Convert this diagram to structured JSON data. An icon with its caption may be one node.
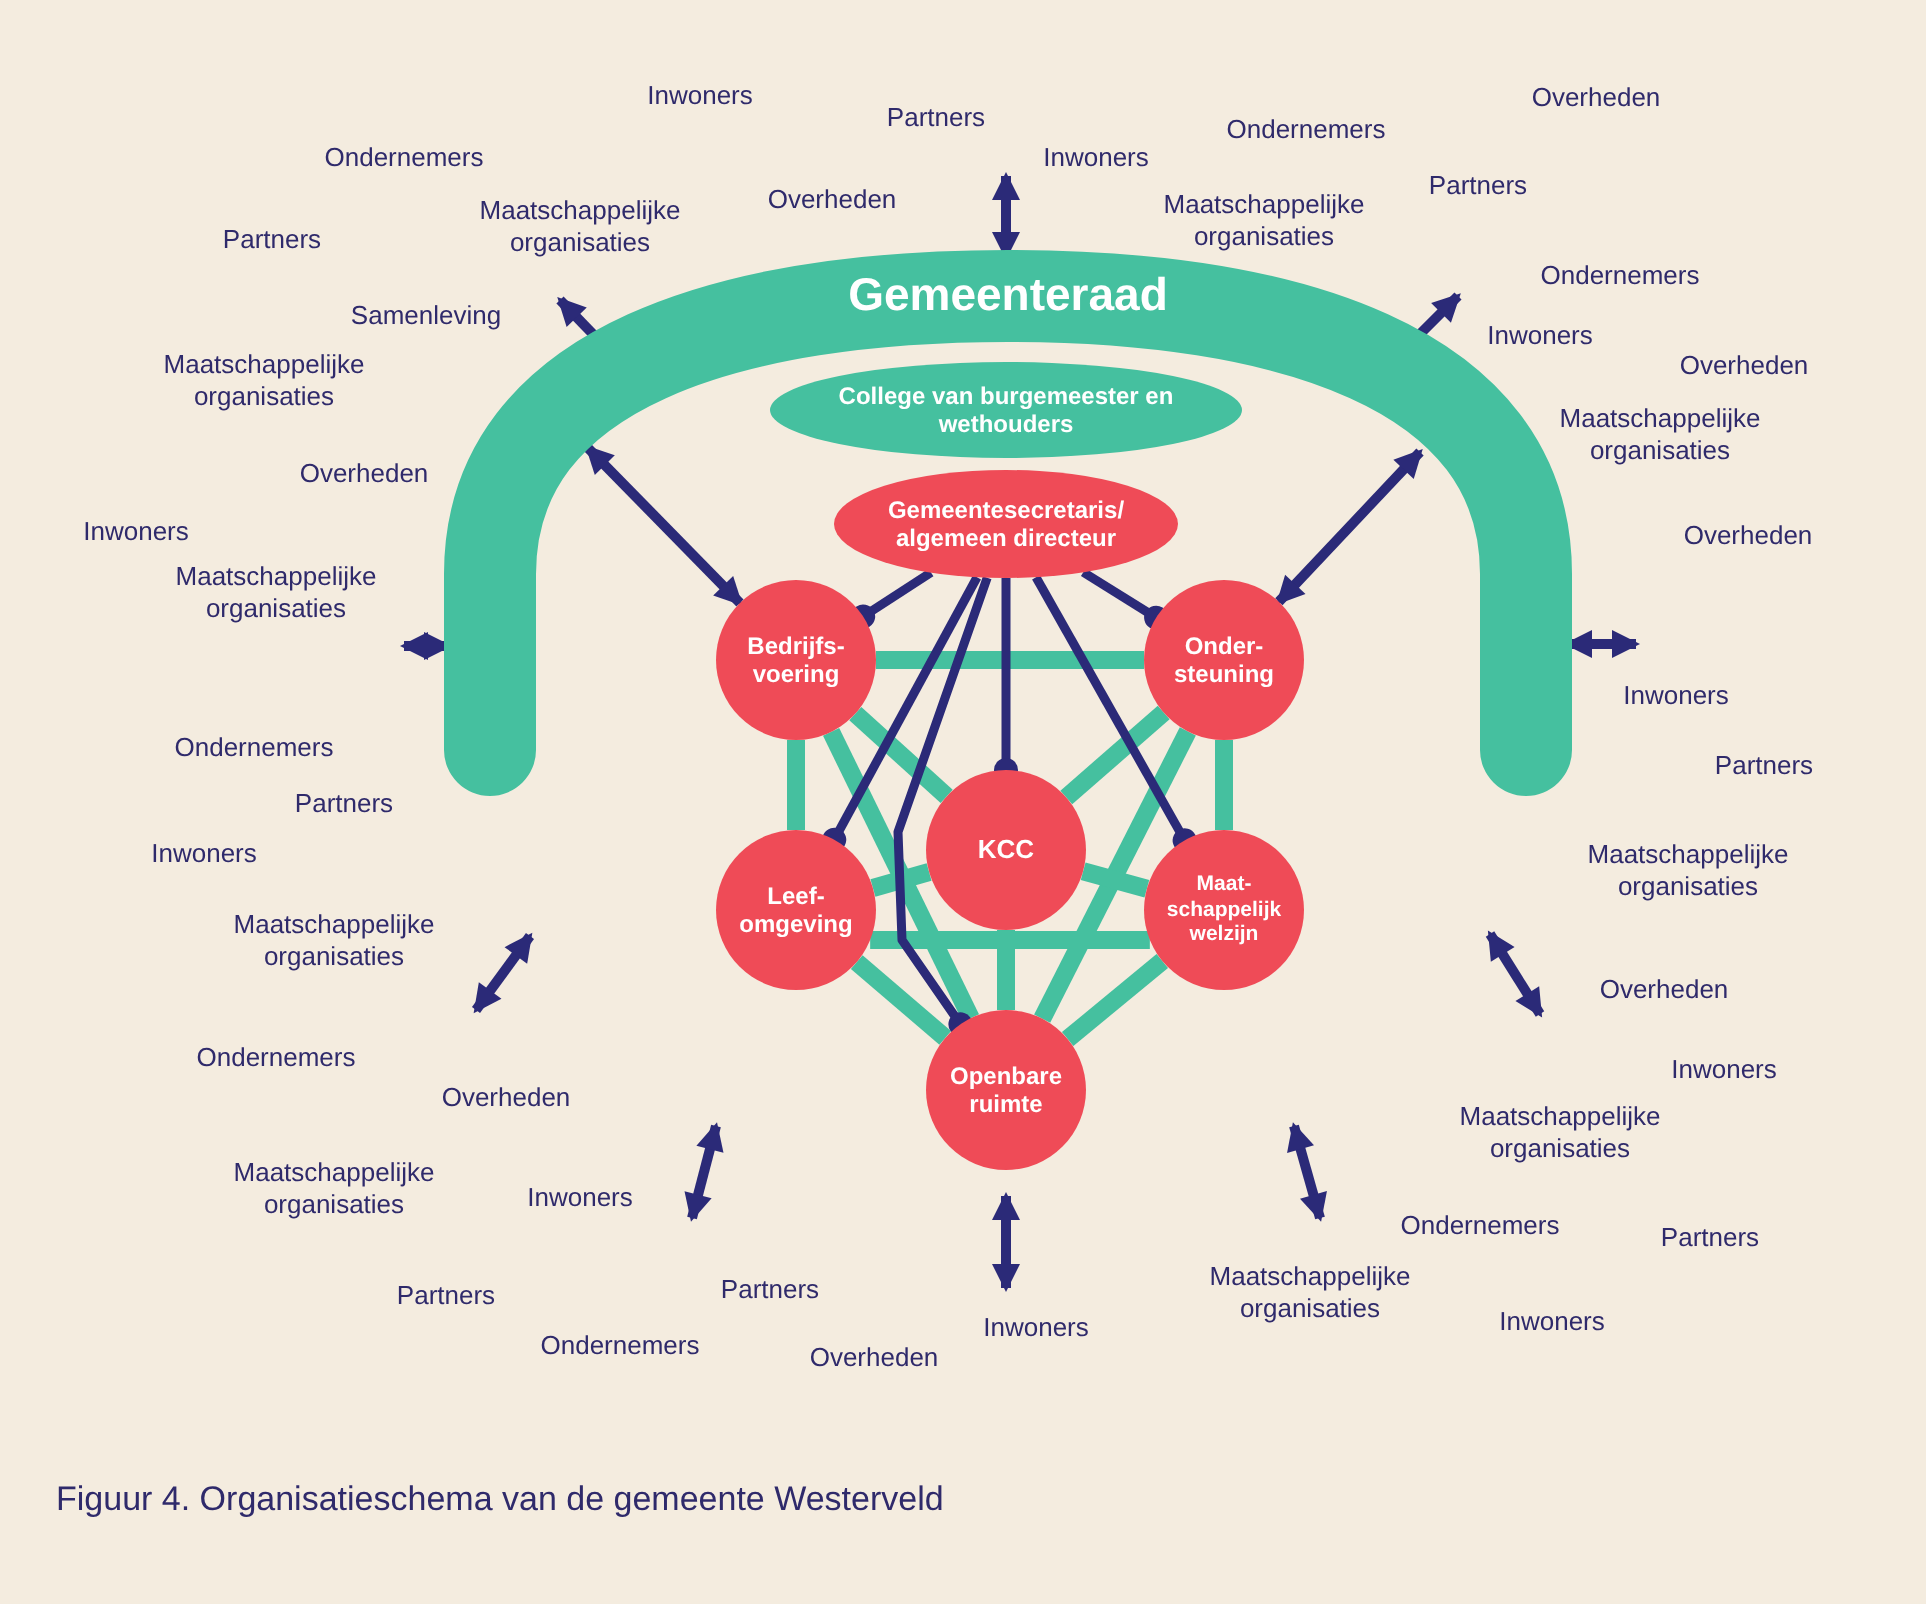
{
  "diagram": {
    "caption": "Figuur 4. Organisatieschema van de gemeente Westerveld",
    "nodes": [
      {
        "text": [
          "Gemeenteraad"
        ]
      },
      {
        "text": [
          "College van burgemeester en wethouders"
        ],
        "in": 0
      },
      {
        "text": [
          "Gemeentesecretaris/ algemeen directeur"
        ],
        "in": 0
      },
      {
        "text": [
          "Bedrijfs- voering"
        ],
        "in": 0
      },
      {
        "text": [
          "Onder- steuning"
        ],
        "in": 0
      },
      {
        "text": [
          "KCC"
        ],
        "in": 0
      },
      {
        "text": [
          "Leef- omgeving"
        ],
        "in": 0
      },
      {
        "text": [
          "Maat- schappelijk welzijn"
        ],
        "in": 0
      },
      {
        "text": [
          "Openbare ruimte"
        ],
        "in": 0
      }
    ],
    "edges": [
      {
        "from": null,
        "to": 0,
        "arrow": "both",
        "color": "#2b2a78"
      },
      {
        "from": null,
        "to": 0,
        "arrow": "both",
        "color": "#2b2a78"
      },
      {
        "from": null,
        "to": 0,
        "arrow": "both",
        "color": "#2b2a78"
      },
      {
        "from": 0,
        "to": 3,
        "arrow": "both",
        "color": "#2b2a78"
      },
      {
        "from": 0,
        "to": 4,
        "arrow": "both",
        "color": "#2b2a78"
      },
      {
        "from": null,
        "to": 0,
        "arrow": "both",
        "color": "#2b2a78"
      },
      {
        "from": 0,
        "to": null,
        "arrow": "both",
        "color": "#2b2a78"
      },
      {
        "from": 3,
        "to": 4,
        "arrow": "none",
        "style": "thick",
        "color": "#45c09f"
      },
      {
        "from": 3,
        "to": 6,
        "arrow": "none",
        "style": "thick",
        "color": "#45c09f"
      },
      {
        "from": 4,
        "to": 7,
        "arrow": "none",
        "style": "thick",
        "color": "#45c09f"
      },
      {
        "from": 3,
        "to": 5,
        "arrow": "none",
        "style": "thick",
        "color": "#45c09f"
      },
      {
        "from": 4,
        "to": 5,
        "arrow": "none",
        "style": "thick",
        "color": "#45c09f"
      },
      {
        "from": 3,
        "to": 8,
        "arrow": "none",
        "style": "thick",
        "color": "#45c09f"
      },
      {
        "from": 4,
        "to": 8,
        "arrow": "none",
        "style": "thick",
        "color": "#45c09f"
      },
      {
        "from": 5,
        "to": 6,
        "arrow": "none",
        "style": "thick",
        "color": "#45c09f"
      },
      {
        "from": 5,
        "to": 7,
        "arrow": "none",
        "style": "thick",
        "color": "#45c09f"
      },
      {
        "from": 6,
        "to": 7,
        "arrow": "none",
        "style": "thick",
        "color": "#45c09f"
      },
      {
        "from": 5,
        "to": 8,
        "arrow": "none",
        "style": "thick",
        "color": "#45c09f"
      },
      {
        "from": 6,
        "to": 8,
        "arrow": "none",
        "style": "thick",
        "color": "#45c09f"
      },
      {
        "from": 7,
        "to": 8,
        "arrow": "none",
        "style": "thick",
        "color": "#45c09f"
      },
      {
        "from": 2,
        "to": 3,
        "arrow": "other",
        "color": "#2b2a78"
      },
      {
        "from": 2,
        "to": 4,
        "arrow": "other",
        "color": "#2b2a78"
      },
      {
        "from": 2,
        "to": 5,
        "arrow": "other",
        "color": "#2b2a78"
      },
      {
        "from": 2,
        "to": 6,
        "arrow": "other",
        "color": "#2b2a78"
      },
      {
        "from": 2,
        "to": 7,
        "arrow": "other",
        "color": "#2b2a78"
      },
      {
        "from": 2,
        "to": 8,
        "arrow": "other",
        "color": "#2b2a78"
      }
    ],
    "labels": [
      "Inwoners",
      "Overheden",
      "Partners",
      "Ondernemers",
      "Ondernemers",
      "Inwoners",
      "Partners",
      "Overheden",
      "Maatschappelijke organisaties",
      "Maatschappelijke organisaties",
      "Partners",
      "Ondernemers",
      "Samenleving",
      "Inwoners",
      "Overheden",
      "Maatschappelijke organisaties",
      "Maatschappelijke organisaties",
      "Overheden",
      "Inwoners",
      "Overheden",
      "Maatschappelijke organisaties",
      "Inwoners",
      "Ondernemers",
      "Partners",
      "Partners",
      "Inwoners",
      "Maatschappelijke organisaties",
      "Maatschappelijke organisaties",
      "Overheden",
      "Ondernemers",
      "Inwoners",
      "Overheden",
      "Maatschappelijke organisaties",
      "Maatschappelijke organisaties",
      "Inwoners",
      "Ondernemers",
      "Partners",
      "Partners",
      "Maatschappelijke organisaties",
      "Partners",
      "Inwoners",
      "Inwoners",
      "Ondernemers",
      "Overheden"
    ]
  }
}
